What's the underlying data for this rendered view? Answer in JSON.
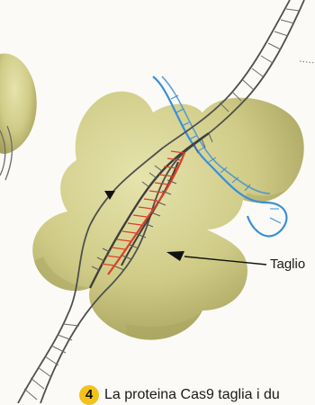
{
  "callout": {
    "label": "Taglio"
  },
  "caption": {
    "step_number": "4",
    "text": "La proteina Cas9 taglia i du"
  },
  "colors": {
    "protein": "#d3d08e",
    "protein_shadow": "#a9a560",
    "dna_dark": "#555555",
    "dna_blue": "#3a8fd8",
    "rna_red": "#d8412b",
    "step_badge": "#f2c21a"
  }
}
